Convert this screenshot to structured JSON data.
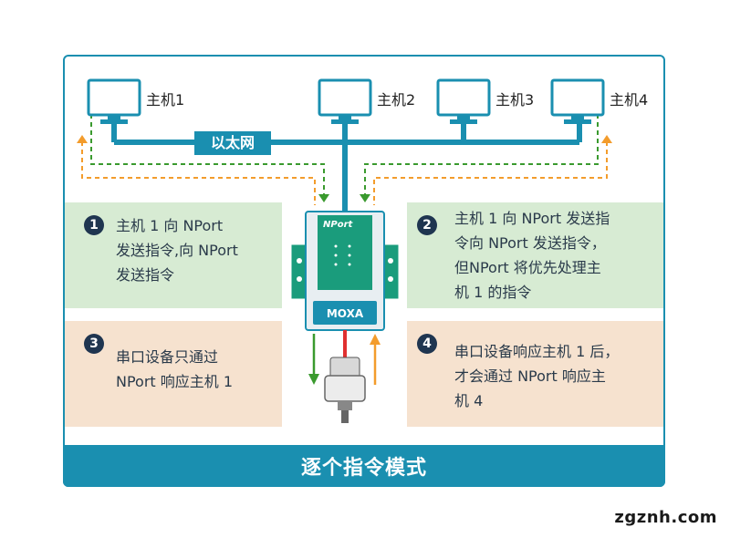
{
  "hosts": [
    {
      "label": "主机1"
    },
    {
      "label": "主机2"
    },
    {
      "label": "主机3"
    },
    {
      "label": "主机4"
    }
  ],
  "network_label": "以太网",
  "device": {
    "brand": "MOXA",
    "model": "NPort"
  },
  "steps": [
    {
      "number": "1",
      "text_lines": [
        "主机 1 向 NPort",
        "发送指令,向 NPort",
        "发送指令"
      ]
    },
    {
      "number": "2",
      "text_lines": [
        "主机 1 向 NPort 发送指",
        "令向 NPort 发送指令，",
        "但NPort 将优先处理主",
        "机 1 的指令"
      ]
    },
    {
      "number": "3",
      "text_lines": [
        "串口设备只通过",
        "NPort 响应主机 1"
      ]
    },
    {
      "number": "4",
      "text_lines": [
        "串口设备响应主机 1 后，",
        "才会通过 NPort 响应主",
        "机 4"
      ]
    }
  ],
  "footer_title": "逐个指令模式",
  "watermark": "zgznh.com",
  "colors": {
    "accent": "#1a8fb0",
    "green_panel": "#d7ebd3",
    "peach_panel": "#f6e2cf",
    "arrow_green": "#3a9a2e",
    "arrow_orange": "#f39c2c",
    "serial_red": "#e03030"
  }
}
